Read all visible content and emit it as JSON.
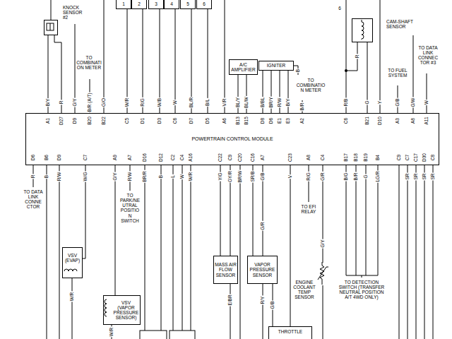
{
  "diagram": {
    "nodes": [
      {
        "text": [
          "KNOCK SENSOR #2"
        ]
      },
      {
        "text": [
          "1"
        ]
      },
      {
        "text": [
          "2"
        ]
      },
      {
        "text": [
          "3"
        ]
      },
      {
        "text": [
          "4"
        ]
      },
      {
        "text": [
          "5"
        ]
      },
      {
        "text": [
          "6"
        ]
      },
      {
        "text": [
          "CAM-SHAFT SENSOR"
        ]
      },
      {
        "text": [
          "A/C AMPLIFIER"
        ]
      },
      {
        "text": [
          "IGNITER"
        ]
      },
      {
        "text": [
          "POWERTRAIN CONTROL MODULE"
        ]
      },
      {
        "text": [
          "VSV (EVAP)"
        ]
      },
      {
        "text": [
          "VSV (VAPOR PRESSURE SENSOR)"
        ]
      },
      {
        "text": [
          "MASS AIR FLOW SENSOR"
        ]
      },
      {
        "text": [
          "VAPOR PRESSURE SENSOR"
        ]
      },
      {
        "text": [
          "ENGINE COOLANT TEMP SENSOR"
        ]
      },
      {
        "text": [
          "THROTTLE"
        ]
      }
    ],
    "edges": [
      {
        "from": 0,
        "to": 10,
        "arrow": "none",
        "label": "B/Y"
      },
      {
        "from": 0,
        "to": 10,
        "arrow": "none",
        "label": "R"
      },
      {
        "from": 1,
        "to": 10,
        "arrow": "none",
        "label": "W/R"
      },
      {
        "from": 2,
        "to": 10,
        "arrow": "none",
        "label": "R/G"
      },
      {
        "from": 3,
        "to": 10,
        "arrow": "none",
        "label": "W/B"
      },
      {
        "from": 4,
        "to": 10,
        "arrow": "none",
        "label": "W"
      },
      {
        "from": 5,
        "to": 10,
        "arrow": "none",
        "label": "BL/R"
      },
      {
        "from": 6,
        "to": 10,
        "arrow": "none",
        "label": "B/L"
      },
      {
        "from": 8,
        "to": 10,
        "arrow": "none",
        "label": "BL/Y"
      },
      {
        "from": 8,
        "to": 10,
        "arrow": "none",
        "label": "BL/W"
      },
      {
        "from": 9,
        "to": 10,
        "arrow": "none",
        "label": "B/BL"
      },
      {
        "from": 9,
        "to": 10,
        "arrow": "none",
        "label": "BR/Y"
      },
      {
        "from": 9,
        "to": 10,
        "arrow": "none",
        "label": "R/W"
      },
      {
        "from": 9,
        "to": 10,
        "arrow": "none",
        "label": "B/Y"
      },
      {
        "from": 7,
        "to": 10,
        "arrow": "none",
        "label": "G"
      },
      {
        "from": 11,
        "to": 10,
        "arrow": "none",
        "label": "W/G"
      },
      {
        "from": 12,
        "to": 10,
        "arrow": "none",
        "label": "G/Y"
      },
      {
        "from": 13,
        "to": 10,
        "arrow": "none",
        "label": "Y/G"
      },
      {
        "from": 13,
        "to": 10,
        "arrow": "none",
        "label": "GY/R"
      },
      {
        "from": 14,
        "to": 10,
        "arrow": "none",
        "label": "SR/B"
      },
      {
        "from": 14,
        "to": 10,
        "arrow": "none",
        "label": "G/B"
      },
      {
        "from": 16,
        "to": 10,
        "arrow": "none",
        "label": "V"
      },
      {
        "from": 15,
        "to": 10,
        "arrow": "none",
        "label": "G/R"
      },
      {
        "from": 14,
        "to": 16,
        "arrow": "none",
        "label": "G/B"
      }
    ],
    "labels": [
      "TO COMBINATION METER",
      "TO COMBINATION METER",
      "TO FUEL SYSTEM",
      "TO DATA LINK CONNECTOR #3",
      "B",
      "R",
      "6",
      "A1",
      "D27",
      "D9",
      "B20",
      "B22",
      "C5",
      "D1",
      "D3",
      "C6",
      "D7",
      "D5",
      "A6",
      "B13",
      "B15",
      "D8",
      "D6",
      "E1",
      "E3",
      "A2",
      "C6",
      "B21",
      "D10",
      "A3",
      "A8",
      "A11",
      "G/Y",
      "B/R (A/T)",
      "G/O",
      "V/R",
      "B/R",
      "R/B",
      "Y",
      "G/B",
      "G/W",
      "W",
      "D6",
      "B6",
      "D9",
      "C7",
      "A9",
      "A7",
      "D16",
      "D12",
      "C2",
      "C4",
      "A16",
      "C22",
      "C9",
      "C20",
      "C16",
      "A7",
      "C23",
      "A8",
      "C4",
      "B17",
      "B18",
      "B19",
      "B4",
      "C9",
      "C7",
      "C17",
      "D30",
      "C8",
      "R",
      "B",
      "R/W",
      "R/W",
      "BR/R",
      "B",
      "L",
      "W",
      "W/R",
      "BR/W",
      "R/G",
      "B/G",
      "B/R",
      "G",
      "LG/R",
      "SR",
      "SR",
      "SR",
      "SR",
      "TO DATA LINK CONNECTOR",
      "TO PARK/NEUTRAL POSITION SWITCH",
      "TO EFI RELAY",
      "TO DETECTION SWITCH (TRANSFER NEUTRAL POSITION A/T 4WD ONLY)",
      "W/R",
      "W/R",
      "E/BR",
      "R/Y",
      "G/R",
      "G/Y"
    ]
  }
}
